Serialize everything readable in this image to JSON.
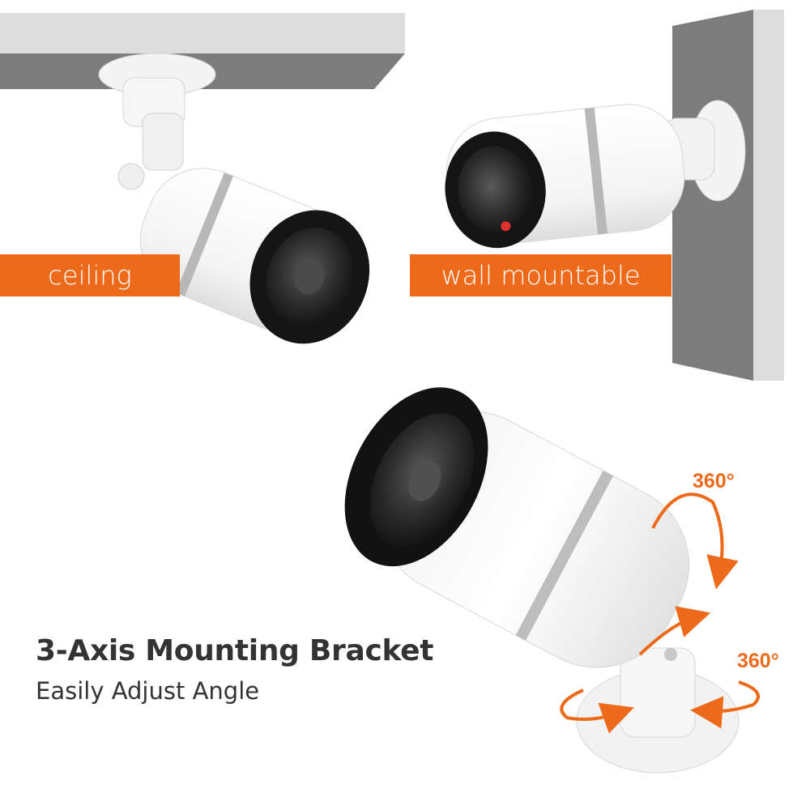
{
  "labels": {
    "ceiling": "ceiling",
    "wall": "wall mountable",
    "rotation_a": "360°",
    "rotation_b": "360°"
  },
  "headline": {
    "title": "3-Axis Mounting Bracket",
    "subtitle": "Easily Adjust Angle"
  },
  "colors": {
    "accent": "#ee6a1b",
    "text": "#333333",
    "surface_grey": "#7c7c7c",
    "surface_light": "#dcdcdc",
    "camera_body": "#fafafa",
    "lens_dark": "#1e1e1e"
  }
}
